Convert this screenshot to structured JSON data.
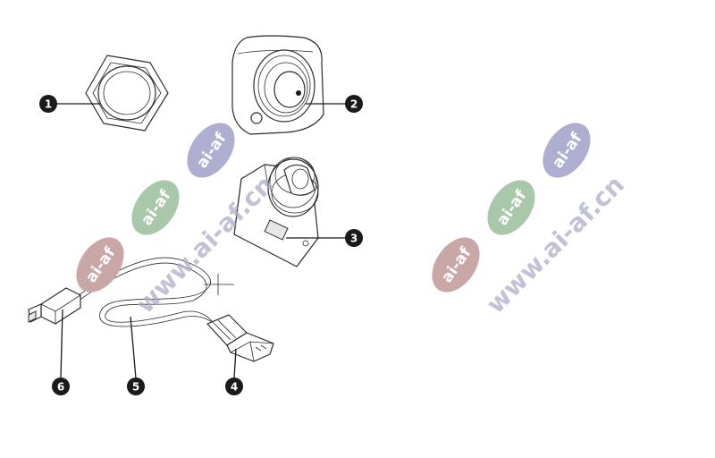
{
  "diagram": {
    "callouts": [
      "1",
      "2",
      "3",
      "4",
      "5",
      "6"
    ]
  },
  "watermark": {
    "badge_text": "ai-af",
    "url_text": "www.ai-af.cn",
    "colors": {
      "red": "#c9a7a7",
      "green": "#a9c8a9",
      "purple": "#aeaed0",
      "url": "#a8a8c4"
    }
  }
}
